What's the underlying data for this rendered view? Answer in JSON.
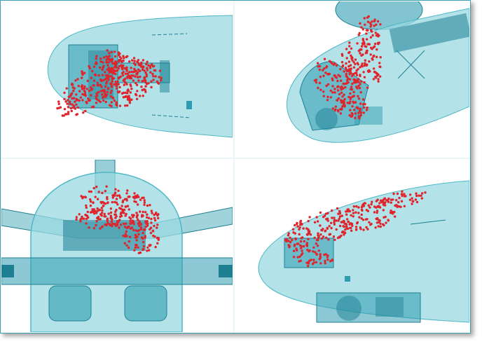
{
  "colors": {
    "hull": "#99d9e0",
    "hull_stroke": "#4fb7c6",
    "structure": "#2f9db0",
    "structure_dark": "#1e7f93",
    "points": "#e0242c"
  },
  "panels": [
    {
      "view": "side-left"
    },
    {
      "view": "oblique-front"
    },
    {
      "view": "front"
    },
    {
      "view": "side-right"
    }
  ]
}
